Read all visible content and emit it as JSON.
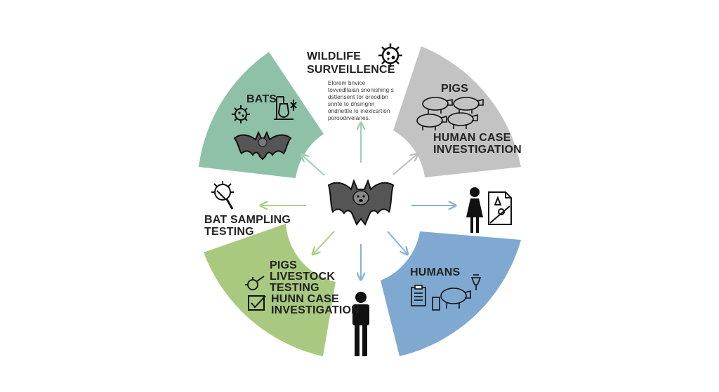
{
  "diagram": {
    "hub_icon": "bat-icon",
    "colors": {
      "bats_sector": "#8fc1a9",
      "pigs_sector": "#c3c3c3",
      "humans_sector": "#7fa9d1",
      "livestock_sector": "#a8c97f",
      "arrow_green": "#9fcfb6",
      "arrow_lightgreen": "#a9cf86",
      "arrow_blue": "#89b2d9",
      "arrow_gray": "#bdbdbd"
    },
    "sectors": {
      "bats": {
        "title": "BATS",
        "icons": [
          "virus-icon",
          "sampling-lab-icon",
          "bat-icon"
        ]
      },
      "pigs": {
        "title": "PIGS",
        "subtitle_line1": "HUMAN CASE",
        "subtitle_line2": "INVESTIGATION",
        "icons": [
          "pig-herd-icon"
        ]
      },
      "humans": {
        "title": "HUMANS",
        "icons": [
          "clipboard-icon",
          "pig-icon",
          "syringe-icon"
        ]
      },
      "livestock": {
        "title": "PIGS",
        "line2": "LIVESTOCK",
        "line3": "TESTING",
        "line4": "HUNN CASE",
        "line5": "INVESTIGATION",
        "icons": [
          "virus-magnifier-icon",
          "checklist-icon"
        ]
      }
    },
    "wildlife": {
      "title_line1": "WILDLIFE",
      "title_line2": "SURVEILLENCE",
      "body": "Elorem bnvice tovvedllaian snonishing s dstlensent tor oreodibn snnte to dnsingnn ondnettle lo inexicsrtion poroodrvelanes.",
      "icon": "virus-icon"
    },
    "bat_sampling": {
      "line1": "BAT SAMPLING",
      "line2": "TESTING",
      "icon": "virus-magnifier-icon"
    },
    "outer_icons": [
      "woman-icon",
      "case-document-icon",
      "man-icon"
    ]
  }
}
